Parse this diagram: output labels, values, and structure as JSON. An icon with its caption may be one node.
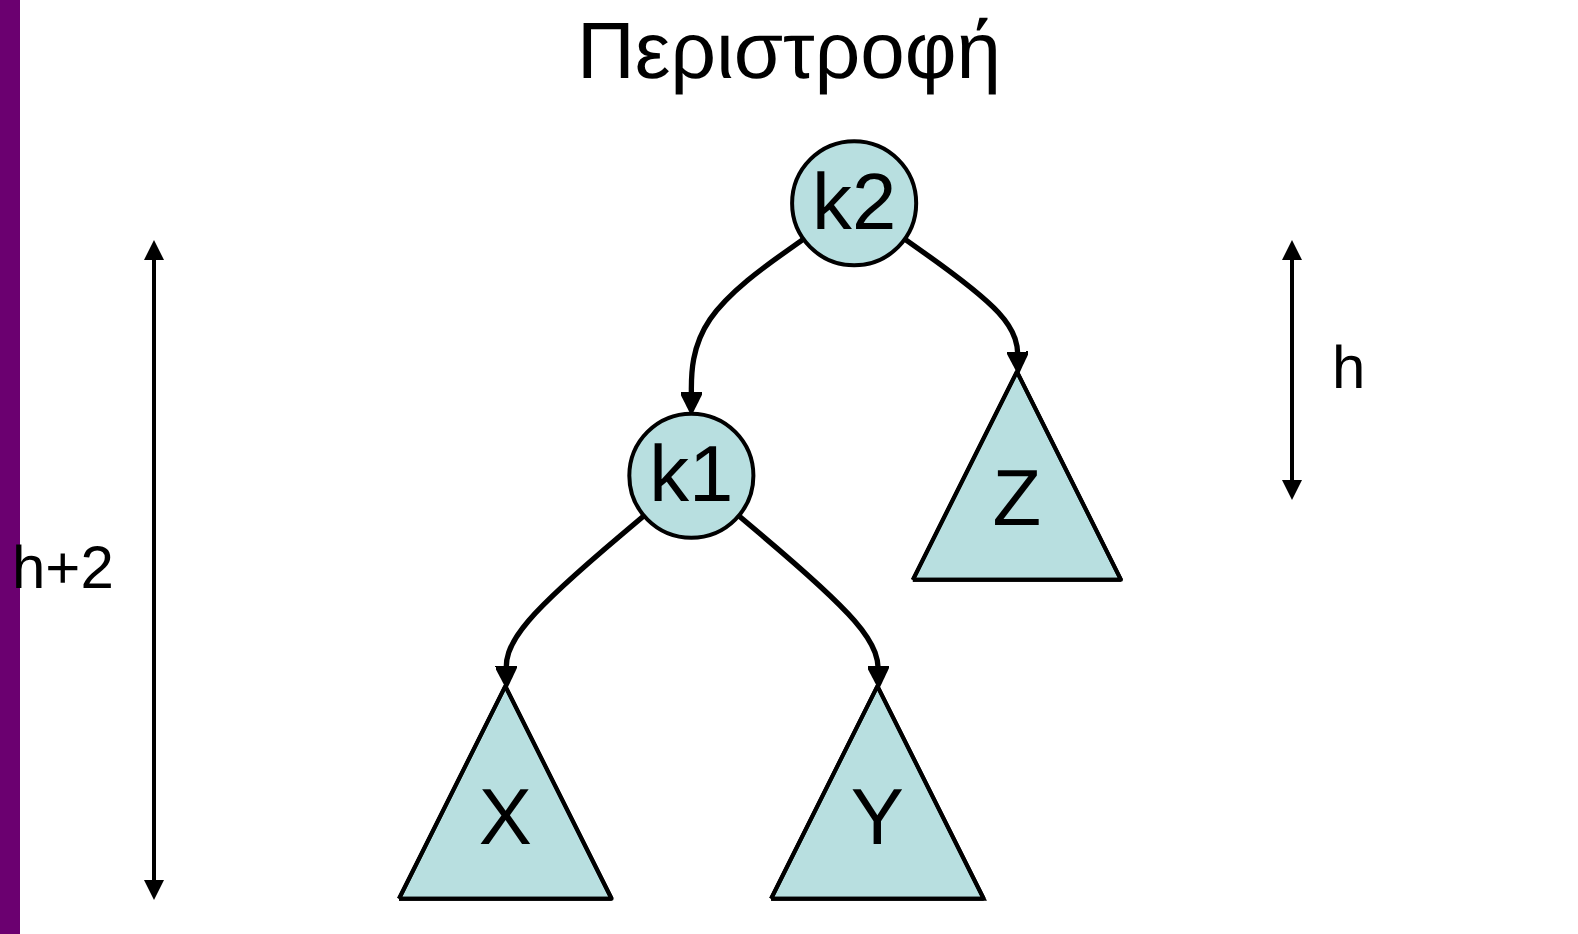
{
  "diagram": {
    "title": "Περιστροφή",
    "nodes": [
      {
        "text": [
          "k2"
        ]
      },
      {
        "text": [
          "k1"
        ]
      },
      {
        "text": [
          "X"
        ]
      },
      {
        "text": [
          "Y"
        ]
      },
      {
        "text": [
          "Z"
        ]
      }
    ],
    "edges": [
      {
        "from": 0,
        "to": 1,
        "arrow": "to"
      },
      {
        "from": 0,
        "to": 4,
        "arrow": "to"
      },
      {
        "from": 1,
        "to": 2,
        "arrow": "to"
      },
      {
        "from": 1,
        "to": 3,
        "arrow": "to"
      }
    ],
    "labels": [
      "h+2",
      "h"
    ]
  }
}
